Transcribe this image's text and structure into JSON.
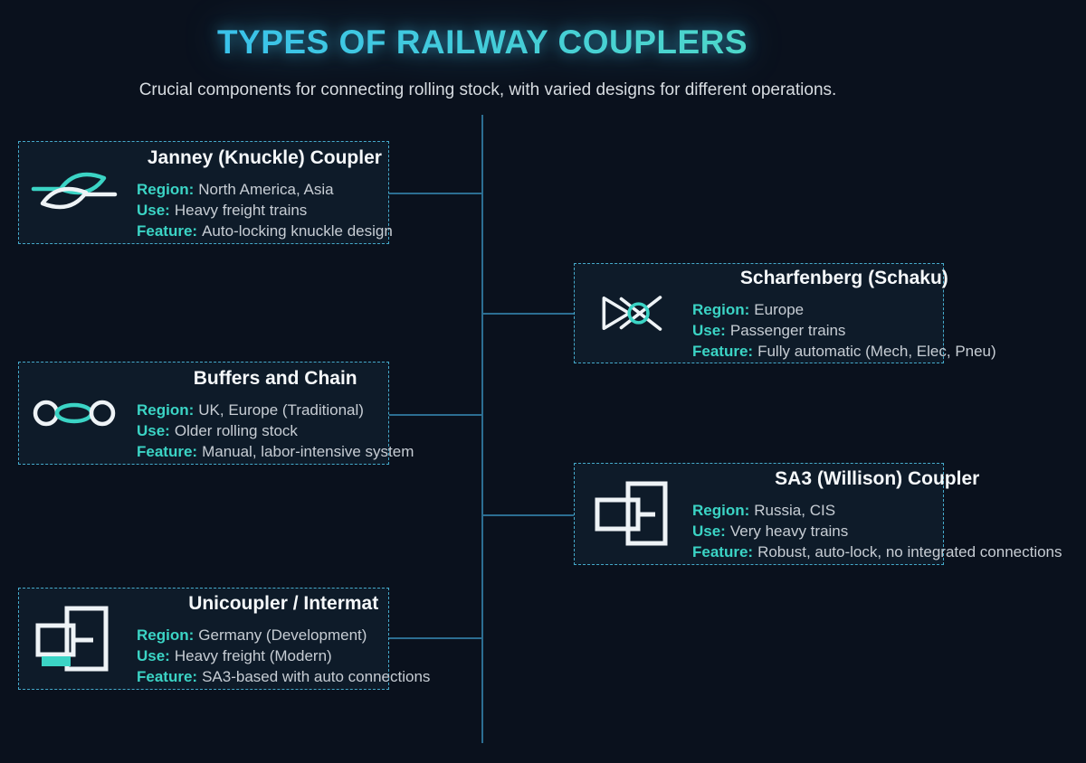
{
  "page": {
    "title": "TYPES OF RAILWAY COUPLERS",
    "subtitle": "Crucial components for connecting rolling stock, with varied designs for different operations."
  },
  "labels": {
    "region": "Region:",
    "use": "Use:",
    "feature": "Feature:"
  },
  "cards": [
    {
      "title": "Janney (Knuckle) Coupler",
      "region": "North America, Asia",
      "use": "Heavy freight trains",
      "feature": "Auto-locking knuckle design",
      "icon": "janney-knuckle-icon"
    },
    {
      "title": "Scharfenberg (Schaku)",
      "region": "Europe",
      "use": "Passenger trains",
      "feature": "Fully automatic (Mech, Elec, Pneu)",
      "icon": "scharfenberg-icon"
    },
    {
      "title": "Buffers and Chain",
      "region": "UK, Europe (Traditional)",
      "use": "Older rolling stock",
      "feature": "Manual, labor-intensive system",
      "icon": "buffers-chain-icon"
    },
    {
      "title": "SA3 (Willison) Coupler",
      "region": "Russia, CIS",
      "use": "Very heavy trains",
      "feature": "Robust, auto-lock, no integrated connections",
      "icon": "sa3-willison-icon"
    },
    {
      "title": "Unicoupler / Intermat",
      "region": "Germany (Development)",
      "use": "Heavy freight (Modern)",
      "feature": "SA3-based with auto connections",
      "icon": "unicoupler-intermat-icon"
    }
  ],
  "colors": {
    "background": "#0a111d",
    "card_background": "#0e1b29",
    "card_border": "#45aacb",
    "label_accent": "#3bd4c5",
    "value_text": "#c7cdd4",
    "title_gradient_start": "#35bdf2",
    "title_gradient_end": "#52dcc2",
    "connector_line": "#2c6e92",
    "icon_white": "#eef3f6"
  }
}
